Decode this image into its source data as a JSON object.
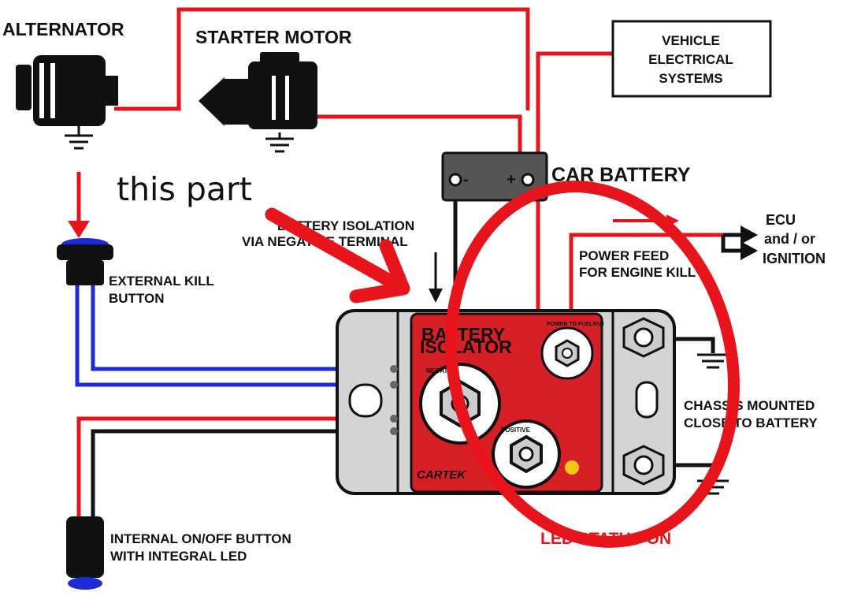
{
  "components": {
    "alternator": "ALTERNATOR",
    "starter_motor": "STARTER MOTOR",
    "vehicle_systems": [
      "VEHICLE",
      "ELECTRICAL",
      "SYSTEMS"
    ],
    "car_battery": "CAR BATTERY",
    "battery_minus": "-",
    "battery_plus": "+",
    "ecu": [
      "ECU",
      "and / or",
      "IGNITION"
    ],
    "power_feed": [
      "POWER FEED",
      "FOR ENGINE KILL"
    ],
    "isolation_note": [
      "BATTERY ISOLATION",
      "VIA NEGATIVE TERMINAL"
    ],
    "external_kill": [
      "EXTERNAL KILL",
      "BUTTON"
    ],
    "internal_button": [
      "INTERNAL ON/OFF BUTTON",
      "WITH INTEGRAL LED"
    ],
    "chassis": [
      "CHASSIS MOUNTED",
      "CLOSE TO BATTERY"
    ],
    "led_status": "LED STATUS ON"
  },
  "isolator": {
    "title": [
      "BATTERY",
      "ISOLATOR"
    ],
    "brand": "CARTEK",
    "terminal_negative": "NEGATIVE",
    "terminal_positive": "POSITIVE",
    "terminal_power": "POWER TO FUEL/IGN"
  },
  "annotation": {
    "text": "this part",
    "color": "#e8141b"
  },
  "colors": {
    "wire_positive": "#e4141b",
    "wire_switch": "#1e2ad6",
    "wire_ground": "#111111",
    "isolator_body": "#d61f26",
    "housing": "#d4d4d4",
    "annotation": "#e8141b"
  }
}
